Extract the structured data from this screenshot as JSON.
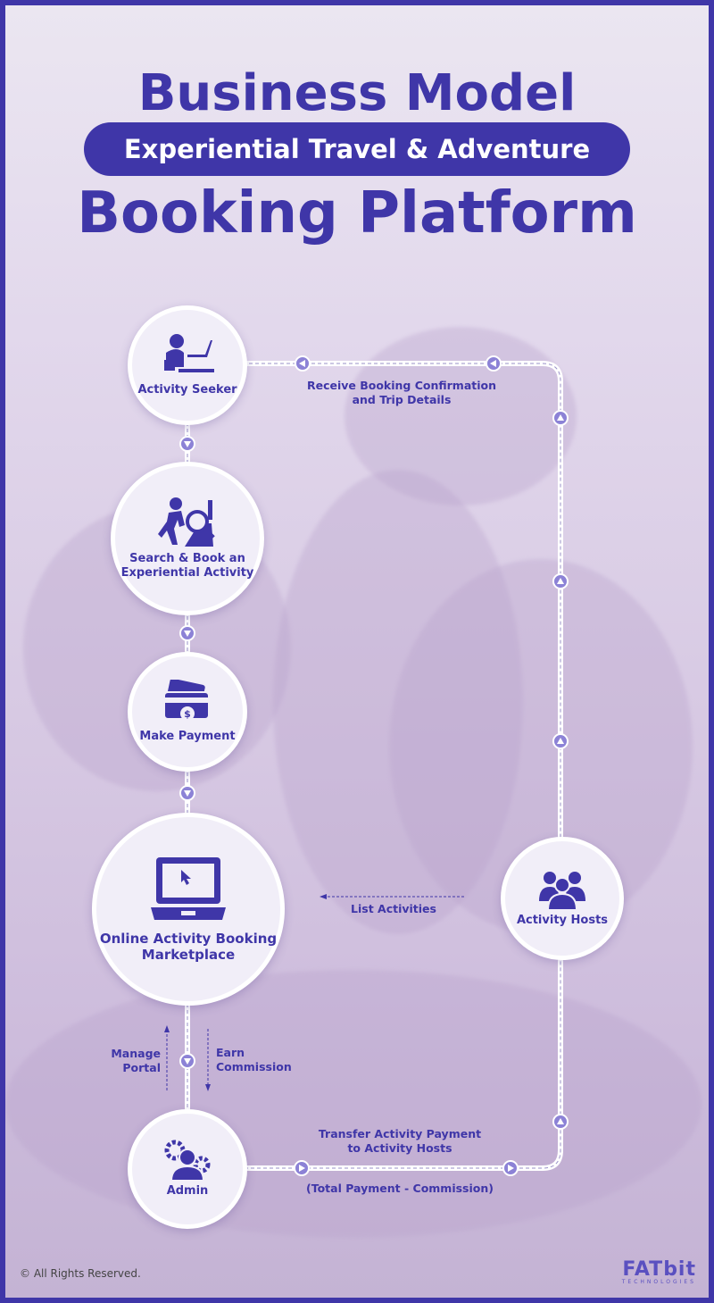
{
  "header": {
    "title_top": "Business Model",
    "subtitle": "Experiential Travel & Adventure",
    "title_bottom": "Booking Platform"
  },
  "nodes": {
    "seeker": {
      "label": "Activity Seeker",
      "icon": "person-laptop-icon"
    },
    "search": {
      "label": "Search & Book an Experiential Activity",
      "icon": "hiker-magnifier-icon"
    },
    "payment": {
      "label": "Make Payment",
      "icon": "payment-card-icon"
    },
    "marketplace": {
      "label": "Online Activity Booking Marketplace",
      "icon": "laptop-cursor-icon"
    },
    "hosts": {
      "label": "Activity Hosts",
      "icon": "group-people-icon"
    },
    "admin": {
      "label": "Admin",
      "icon": "admin-gears-icon"
    }
  },
  "flows": {
    "confirmation": "Receive Booking Confirmation and Trip Details",
    "list_activities": "List Activities",
    "manage_portal": "Manage Portal",
    "earn_commission": "Earn Commission",
    "transfer": "Transfer Activity Payment to Activity Hosts",
    "transfer_note": "(Total Payment - Commission)"
  },
  "footer": {
    "copyright": "© All Rights Reserved.",
    "brand": "FATbit",
    "brand_sub": "TECHNOLOGIES"
  },
  "colors": {
    "primary": "#3f36a8",
    "node_bg": "#f1eef8",
    "marker": "#8c82d6"
  }
}
